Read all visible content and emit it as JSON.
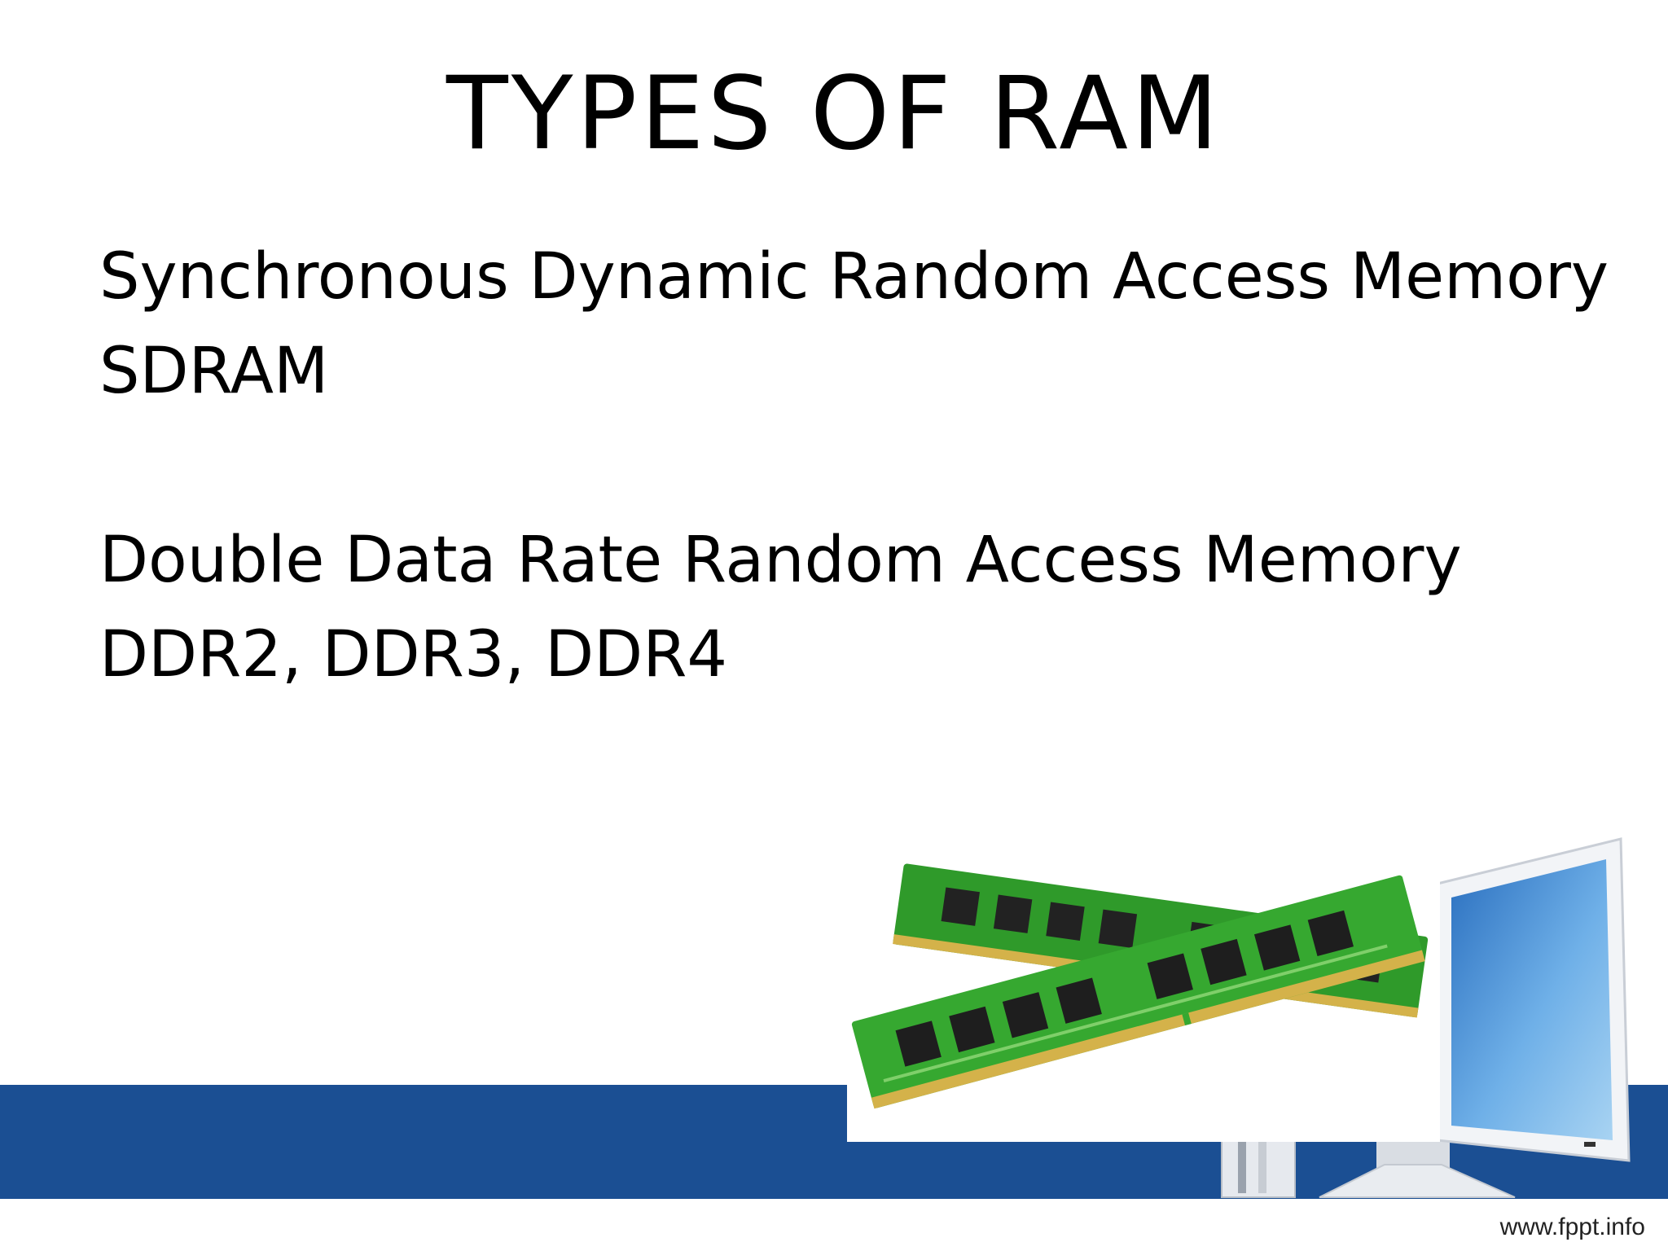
{
  "slide": {
    "title": "TYPES OF RAM",
    "lines": [
      "Synchronous Dynamic Random Access Memory",
      "SDRAM",
      "Double Data Rate Random Access Memory",
      "DDR2, DDR3, DDR4"
    ],
    "footer_url": "www.fppt.info"
  },
  "colors": {
    "band": "#1b4f93",
    "pcb": "#2f9a2a",
    "chip": "#222222",
    "contacts": "#d4b24a",
    "monitor_screen": "#3f86cf"
  },
  "icons": [
    "ram-modules-icon",
    "computer-monitor-icon",
    "computer-tower-icon"
  ]
}
